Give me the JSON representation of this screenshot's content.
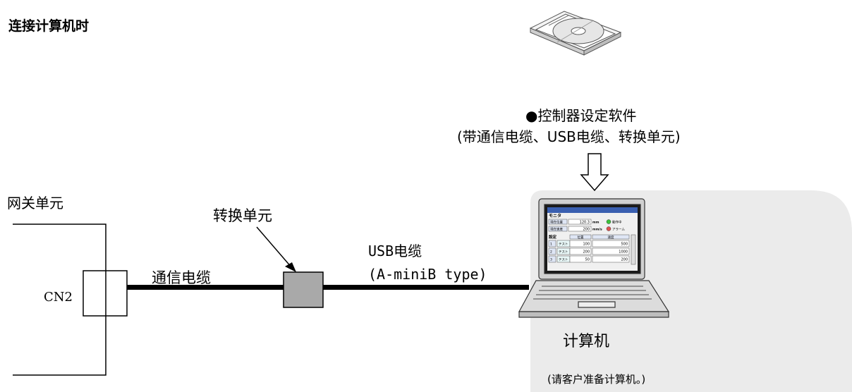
{
  "title": "连接计算机时",
  "software": {
    "line1": "●控制器设定软件",
    "line2": "(带通信电缆、USB电缆、转换单元)"
  },
  "gateway": {
    "label": "网关单元",
    "connector": "CN2"
  },
  "comm_cable": "通信电缆",
  "converter": "转换单元",
  "usb_cable": {
    "line1": "USB电缆",
    "line2": "(A-miniB type)"
  },
  "computer": {
    "label": "计算机",
    "note": "(请客户准备计算机。)"
  },
  "screen": {
    "title": "モニタ",
    "monitor_rows": [
      {
        "label": "現在位置",
        "value": "120.3",
        "unit": "mm",
        "status": "動作中",
        "status_color": "#3cc43c"
      },
      {
        "label": "現在速度",
        "value": "200",
        "unit": "mm/s",
        "status": "アラーム",
        "status_color": "#e05050"
      }
    ],
    "settings_title": "設定",
    "columns": [
      "位置",
      "速度"
    ],
    "rows": [
      {
        "no": "1",
        "name": "テスト",
        "pos": "100",
        "speed": "500"
      },
      {
        "no": "2",
        "name": "テスト",
        "pos": "200",
        "speed": "1000"
      },
      {
        "no": "3",
        "name": "テスト",
        "pos": "50",
        "speed": "200"
      }
    ]
  },
  "colors": {
    "panel_bg": "#ebebeb",
    "converter_fill": "#a9a9a9",
    "screen_header": "#3a5fb0"
  }
}
